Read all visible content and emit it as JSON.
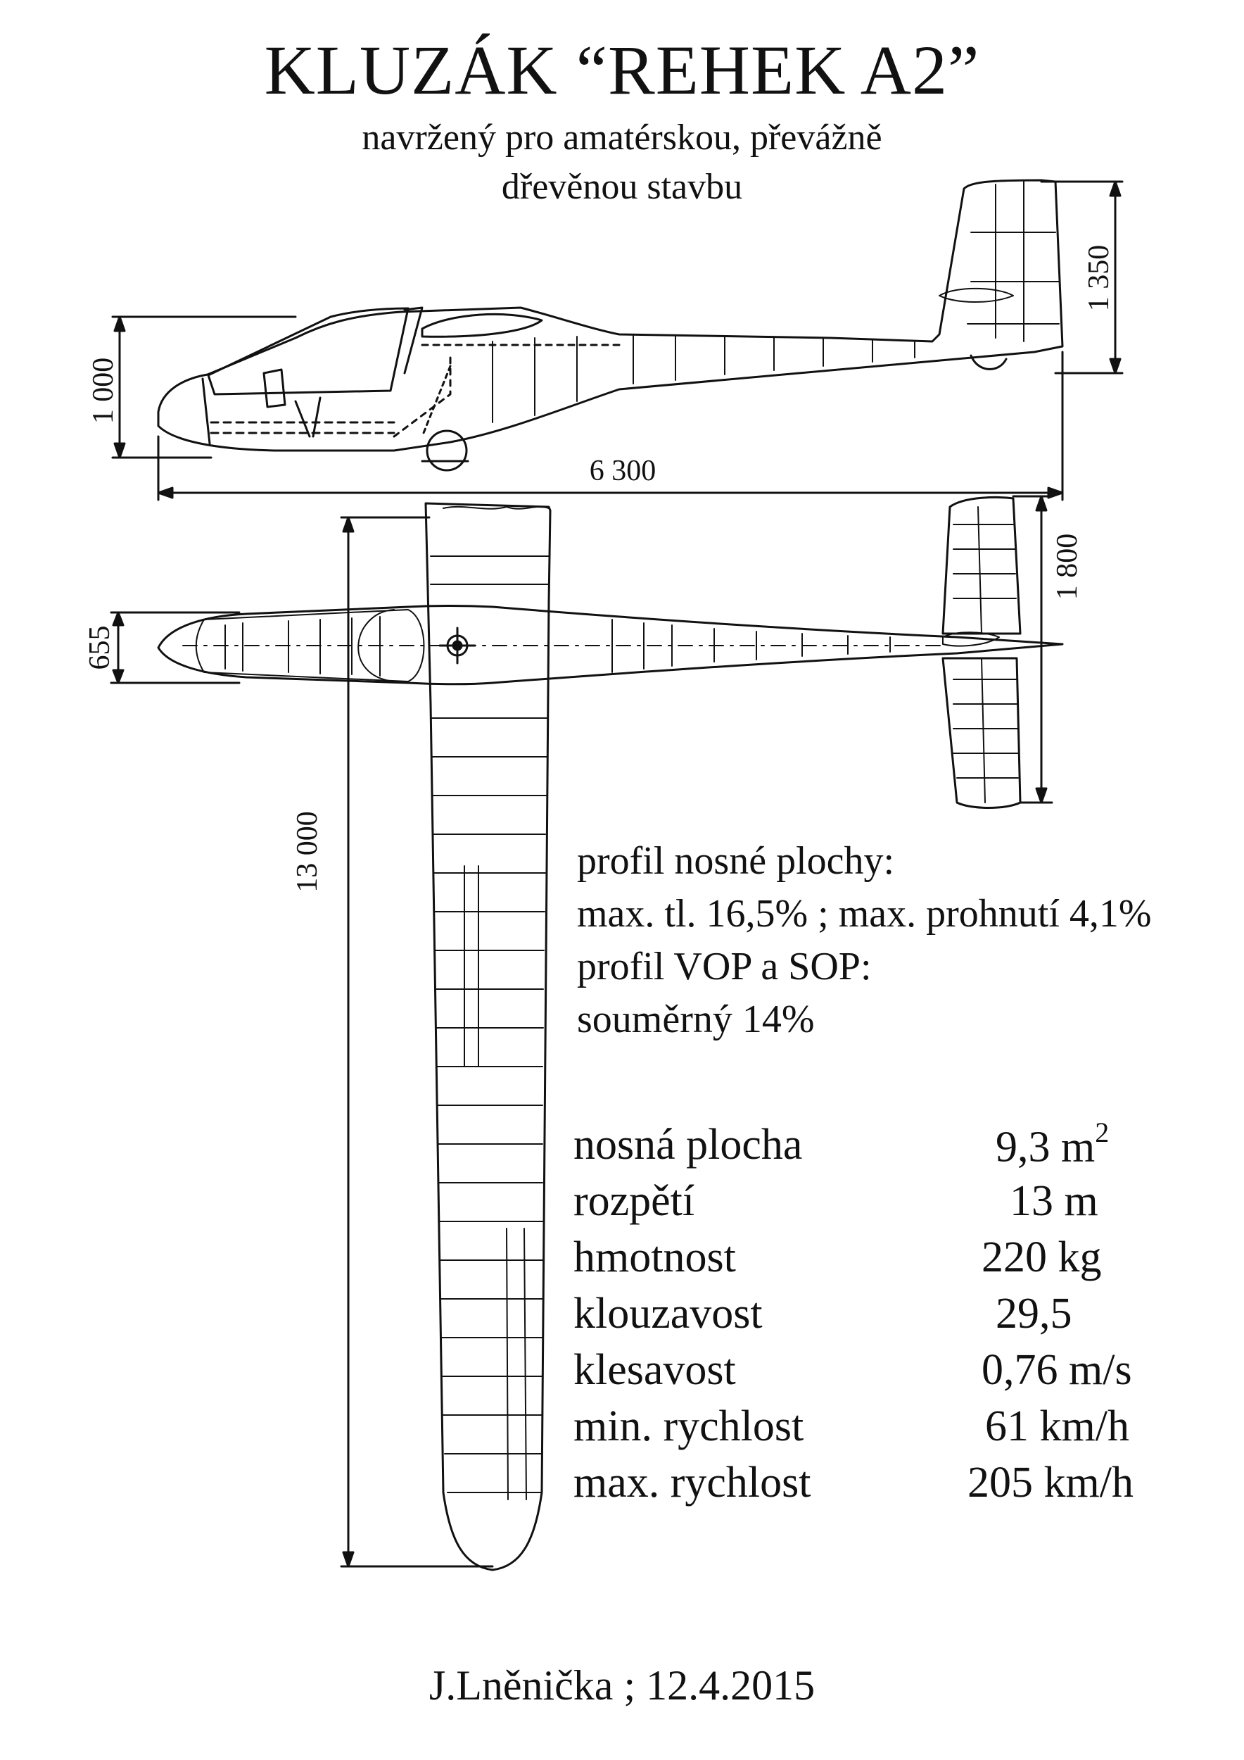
{
  "title": "KLUZÁK “REHEK  A2”",
  "subtitle_line1": "navržený pro amatérskou, převážně",
  "subtitle_line2": "dřevěnou  stavbu",
  "dimensions": {
    "height": "1 000",
    "length": "6 300",
    "tail_height": "1 350",
    "fuselage_width": "655",
    "tailplane_span": "1 800",
    "wingspan": "13 000"
  },
  "profiles": {
    "line1": "profil nosné plochy:",
    "line2": "max. tl. 16,5% ; max. prohnutí 4,1%",
    "line3": "profil VOP a SOP:",
    "line4": "souměrný 14%"
  },
  "specs": [
    {
      "label": "nosná plocha",
      "value": "9,3 m",
      "sup": "2"
    },
    {
      "label": "rozpětí",
      "value": "13 m"
    },
    {
      "label": "hmotnost",
      "value": "220  kg"
    },
    {
      "label": "klouzavost",
      "value": "29,5"
    },
    {
      "label": "klesavost",
      "value": "0,76 m/s"
    },
    {
      "label": "min. rychlost",
      "value": "61 km/h"
    },
    {
      "label": "max. rychlost",
      "value": "205 km/h"
    }
  ],
  "author": "J.Lněnička ; 12.4.2015"
}
